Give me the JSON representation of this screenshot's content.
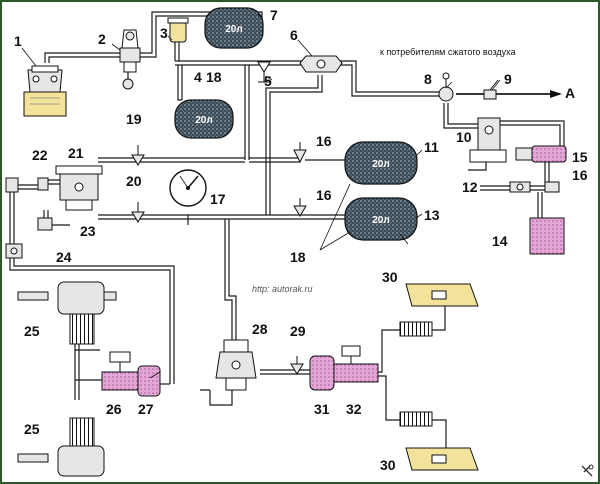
{
  "diagram": {
    "consumer_text": "к потребителям сжатого воздуха",
    "arrow_label": "А",
    "watermark": "http: autorak.ru",
    "tank_labels": [
      "20л",
      "20л",
      "20л",
      "20л"
    ],
    "callouts": [
      "1",
      "2",
      "3",
      "4",
      "5",
      "6",
      "7",
      "8",
      "9",
      "10",
      "11",
      "12",
      "13",
      "14",
      "15",
      "16",
      "16",
      "16",
      "17",
      "18",
      "18",
      "19",
      "20",
      "21",
      "22",
      "23",
      "24",
      "25",
      "25",
      "26",
      "27",
      "28",
      "29",
      "30",
      "30",
      "31",
      "32"
    ]
  },
  "colors": {
    "line": "#1a1a1a",
    "tank_fill": "#3c4a55",
    "tank_highlight": "#7e94a5",
    "pink": "#e3a6d6",
    "pink_dark": "#a65a96",
    "light_gray": "#e6e6e6",
    "yellow": "#f3e39a",
    "frame_border": "#2a5a2a"
  }
}
